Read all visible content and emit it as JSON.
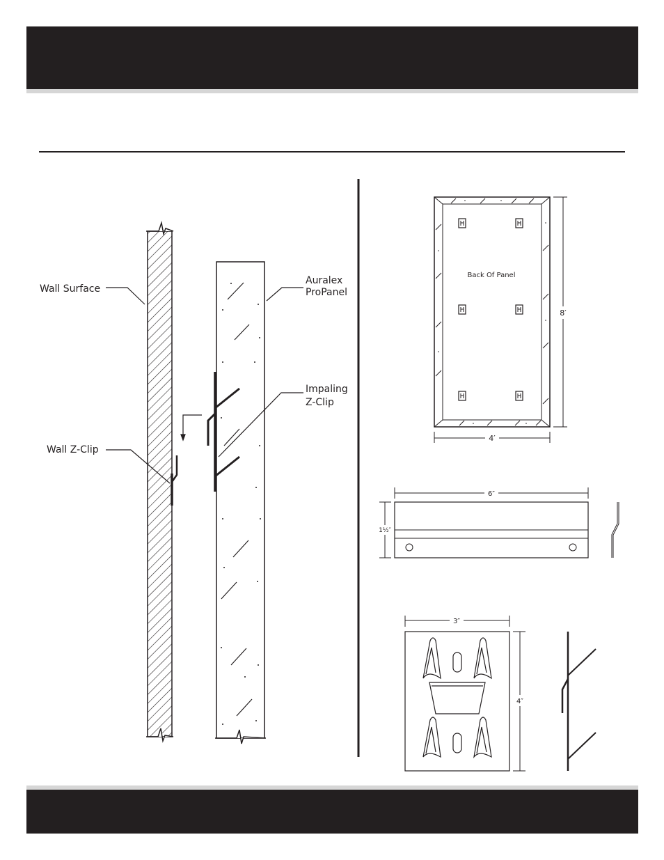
{
  "labels": {
    "wall_surface": "Wall Surface",
    "auralex_line1": "Auralex",
    "auralex_line2": "ProPanel",
    "impaling_line1": "Impaling",
    "impaling_line2": "Z-Clip",
    "wall_zclip": "Wall Z-Clip"
  },
  "panel_back": {
    "label": "Back Of Panel",
    "height_dim": "8′",
    "width_dim": "4′"
  },
  "wall_clip_detail": {
    "width_dim": "6″",
    "height_dim": "1½″"
  },
  "impaling_clip_detail": {
    "width_dim": "3″",
    "height_dim": "4″"
  }
}
